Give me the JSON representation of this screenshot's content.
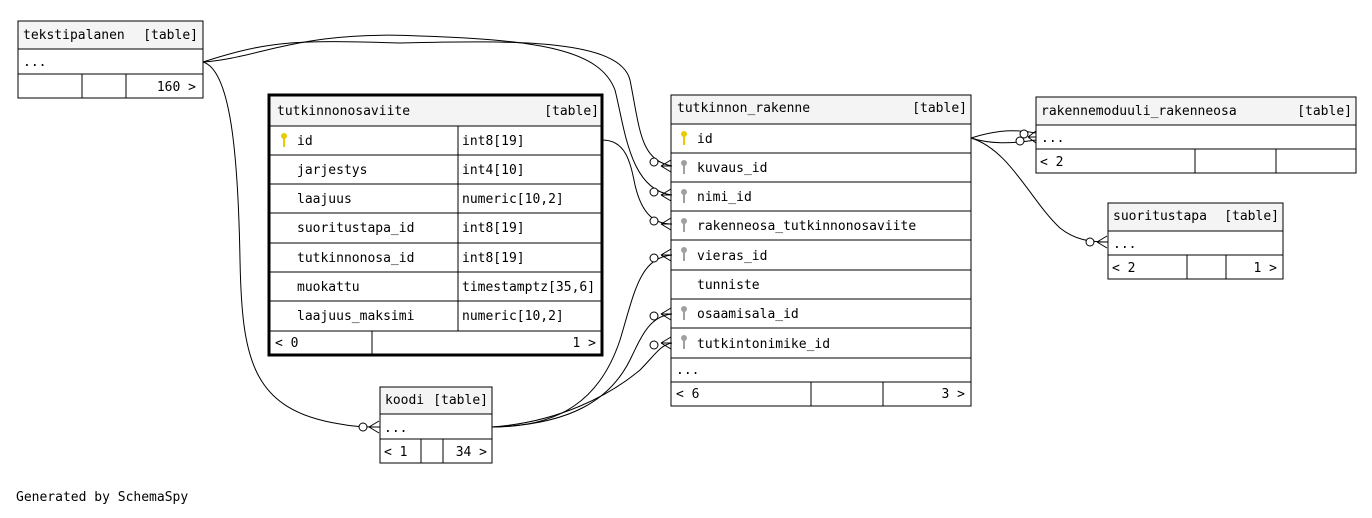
{
  "tables": {
    "tekstipalanen": {
      "name": "tekstipalanen",
      "tag": "[table]",
      "ellipsis": "...",
      "footer": [
        "",
        "",
        "160 >"
      ]
    },
    "tutkinnonosaviite": {
      "name": "tutkinnonosaviite",
      "tag": "[table]",
      "columns": [
        {
          "name": "id",
          "type": "int8[19]",
          "key": "primary"
        },
        {
          "name": "jarjestys",
          "type": "int4[10]",
          "key": "none"
        },
        {
          "name": "laajuus",
          "type": "numeric[10,2]",
          "key": "none"
        },
        {
          "name": "suoritustapa_id",
          "type": "int8[19]",
          "key": "none"
        },
        {
          "name": "tutkinnonosa_id",
          "type": "int8[19]",
          "key": "none"
        },
        {
          "name": "muokattu",
          "type": "timestamptz[35,6]",
          "key": "none"
        },
        {
          "name": "laajuus_maksimi",
          "type": "numeric[10,2]",
          "key": "none"
        }
      ],
      "footer": [
        "< 0",
        "",
        "1 >"
      ]
    },
    "tutkinnon_rakenne": {
      "name": "tutkinnon_rakenne",
      "tag": "[table]",
      "columns": [
        {
          "name": "id",
          "key": "primary"
        },
        {
          "name": "kuvaus_id",
          "key": "foreign"
        },
        {
          "name": "nimi_id",
          "key": "foreign"
        },
        {
          "name": "rakenneosa_tutkinnonosaviite",
          "key": "foreign"
        },
        {
          "name": "vieras_id",
          "key": "foreign"
        },
        {
          "name": "tunniste",
          "key": "none"
        },
        {
          "name": "osaamisala_id",
          "key": "foreign"
        },
        {
          "name": "tutkintonimike_id",
          "key": "foreign"
        }
      ],
      "ellipsis": "...",
      "footer": [
        "< 6",
        "",
        "3 >"
      ]
    },
    "rakennemoduuli_rakenneosa": {
      "name": "rakennemoduuli_rakenneosa",
      "tag": "[table]",
      "ellipsis": "...",
      "footer": [
        "< 2",
        "",
        ""
      ]
    },
    "suoritustapa": {
      "name": "suoritustapa",
      "tag": "[table]",
      "ellipsis": "...",
      "footer": [
        "< 2",
        "",
        "1 >"
      ]
    },
    "koodi": {
      "name": "koodi",
      "tag": "[table]",
      "ellipsis": "...",
      "footer": [
        "< 1",
        "",
        "34 >"
      ]
    }
  },
  "colors": {
    "header_bg": "#f4f4f4",
    "primary_key": "#e6cc00",
    "foreign_key": "#a0a0a0"
  },
  "footer_text": "Generated by SchemaSpy"
}
